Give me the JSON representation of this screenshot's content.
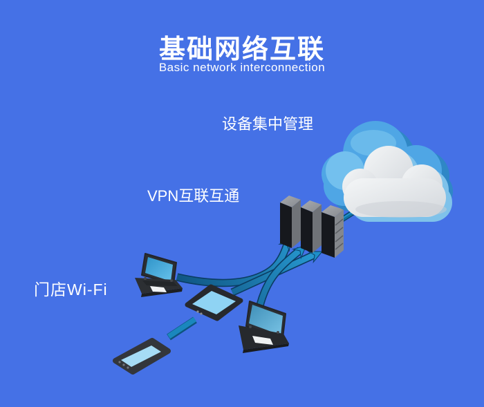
{
  "page": {
    "title": "基础网络互联",
    "subtitle": "Basic network interconnection"
  },
  "labels": {
    "device_management": "设备集中管理",
    "vpn": "VPN互联互通",
    "store_wifi": "门店Wi-Fi"
  },
  "colors": {
    "background": "#4571e6",
    "text": "#ffffff",
    "cloud_blue": "#4fa6e5",
    "cloud_blue_shadow": "#2f87c6",
    "cloud_white": "#e9ecee",
    "cloud_white_edge": "#7fc2ea",
    "link_line": "#1172a3",
    "arrow_dark": "#0c4a75",
    "arrow_bright": "#2aa2dc",
    "server_front": "#16181d",
    "server_top": "#9da0a5",
    "server_side": "#707378",
    "device_frame": "#2b2e33",
    "laptop_screen_blue": "#3f9fd2",
    "tablet_screen_blue": "#8fd3f3",
    "phone_screen_blue": "#a6dcf5"
  },
  "icons": [
    "cloud-icon",
    "server-rack-icon",
    "laptop-icon",
    "tablet-icon",
    "smartphone-icon",
    "arrow-icon",
    "link-line-icon"
  ]
}
